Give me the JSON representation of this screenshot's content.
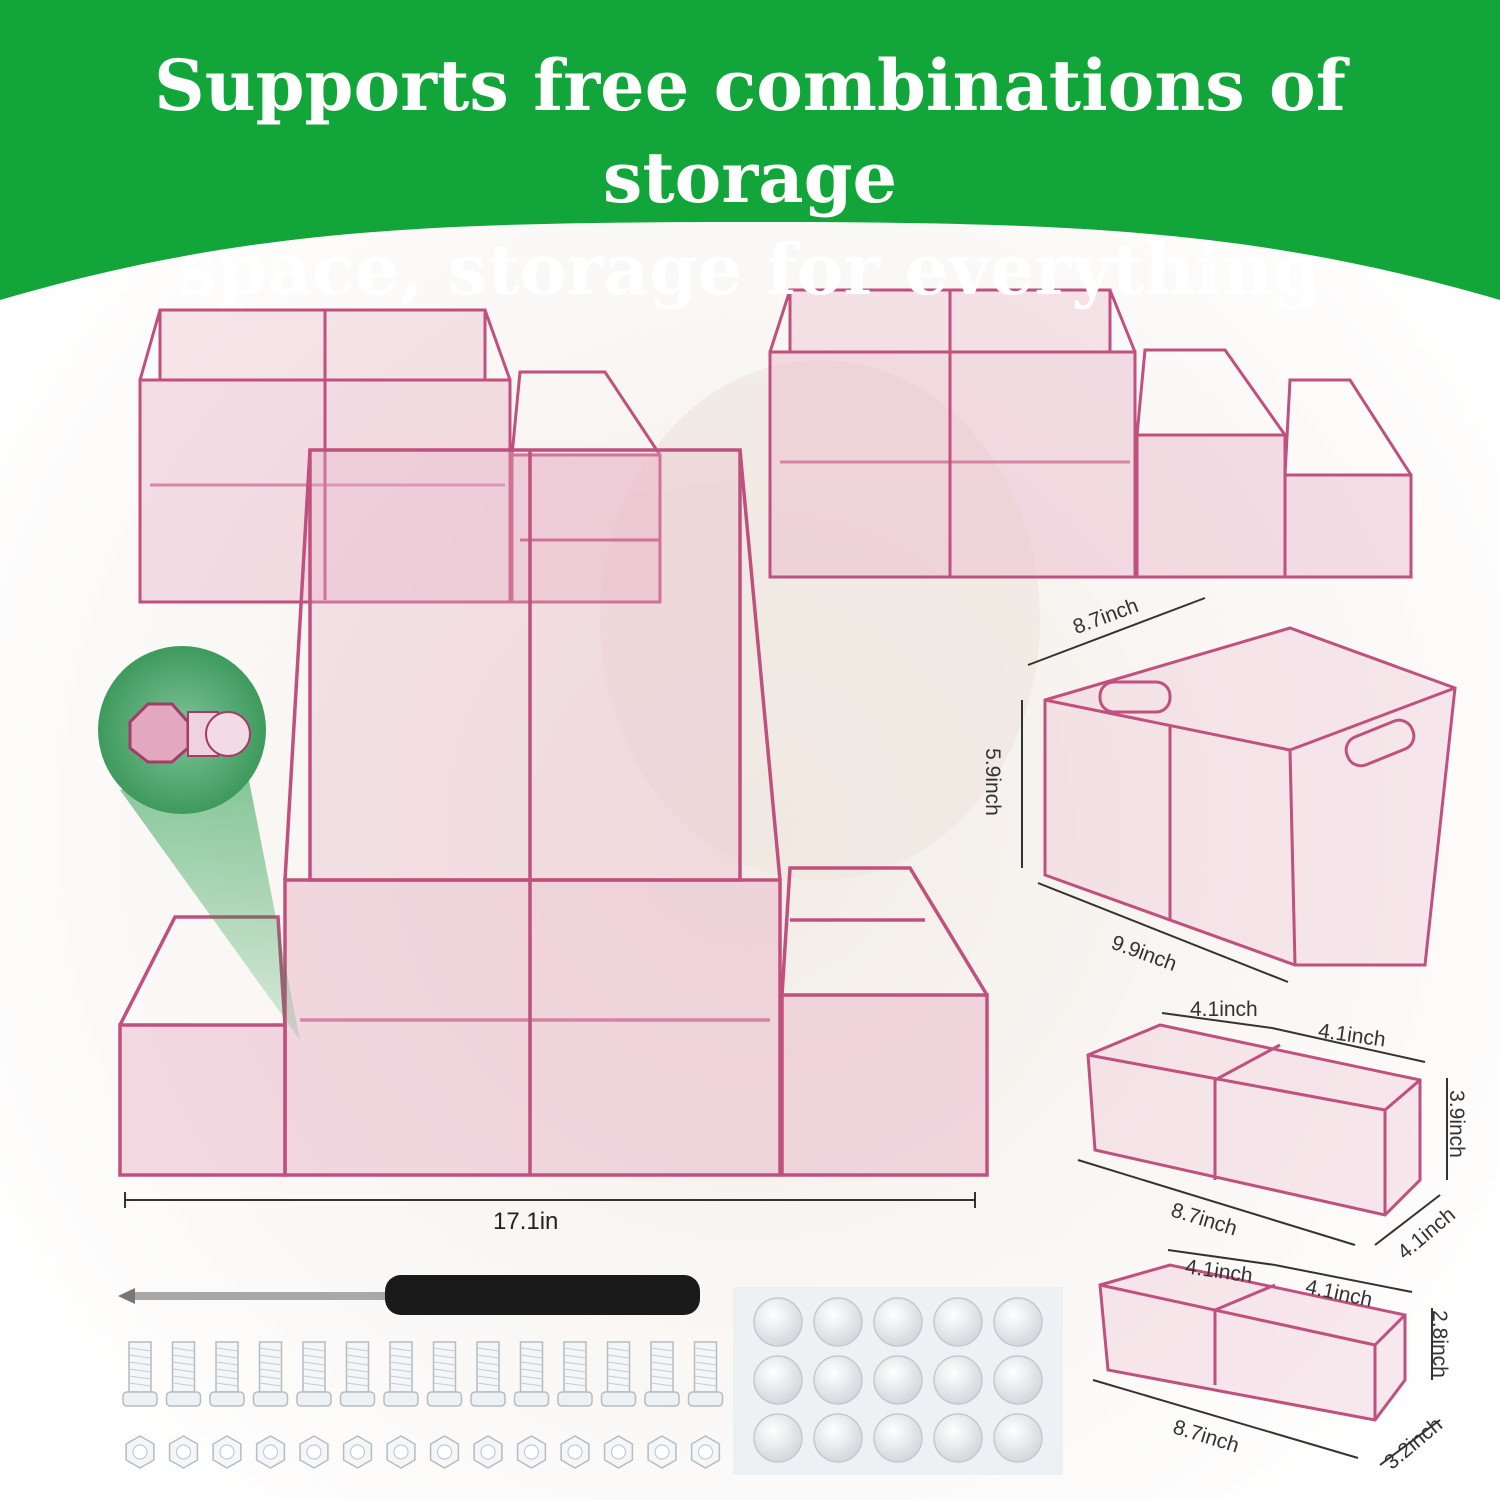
{
  "banner": {
    "line1": "Supports free combinations of storage",
    "line2": "space, storage for everything",
    "color": "#12a63a"
  },
  "acrylic_color": "#c0507e",
  "dimensions": {
    "total_width": "17.1in",
    "large_box": {
      "depth": "8.7inch",
      "height": "5.9inch",
      "width": "9.9inch"
    },
    "tall_small_box": {
      "left_top": "4.1inch",
      "right_top": "4.1inch",
      "height": "3.9inch",
      "length": "8.7inch",
      "depth": "4.1inch"
    },
    "short_small_box": {
      "left_top": "4.1inch",
      "right_top": "4.1inch",
      "height": "2.8inch",
      "length": "8.7inch",
      "depth": "3.2inch"
    }
  },
  "accessories": [
    "screwdriver",
    "screws",
    "hex nuts",
    "clear bumper pads"
  ]
}
